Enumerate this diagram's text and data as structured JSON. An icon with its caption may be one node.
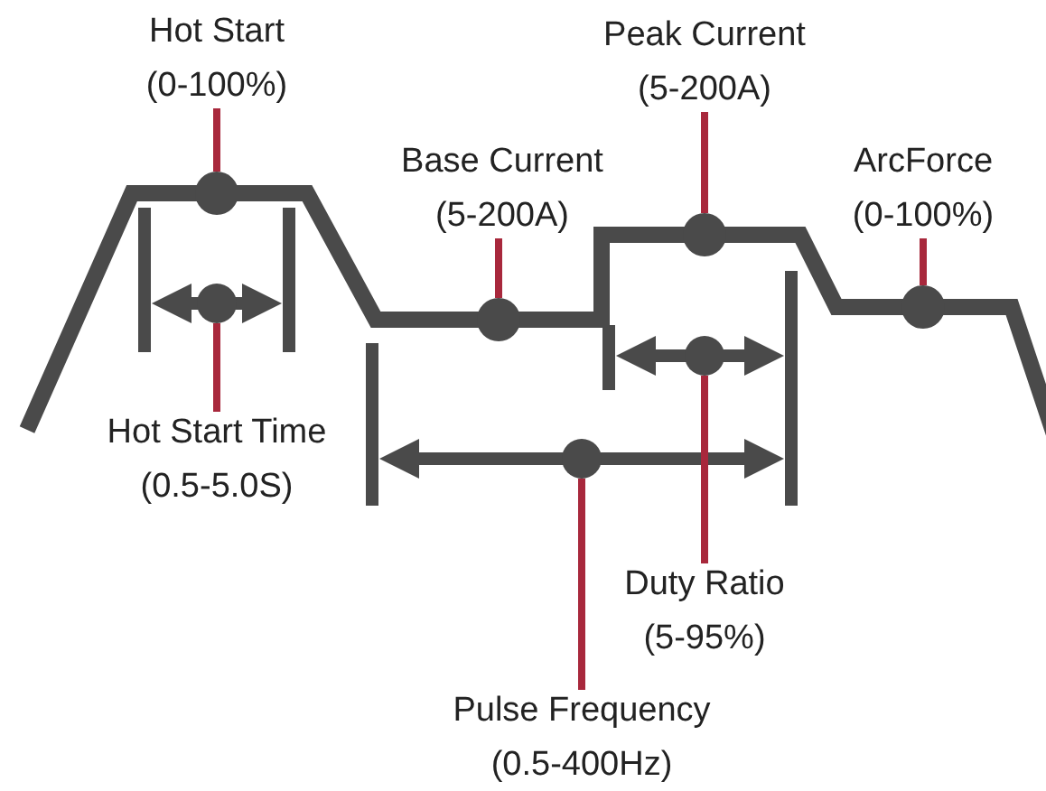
{
  "diagram": {
    "nodes": [
      {
        "text": [
          "Hot Start",
          "(0-100%)"
        ]
      },
      {
        "text": [
          "Peak Current",
          "(5-200A)"
        ]
      },
      {
        "text": [
          "Base Current",
          "(5-200A)"
        ]
      },
      {
        "text": [
          "ArcForce",
          "(0-100%)"
        ]
      },
      {
        "text": [
          "Hot Start Time",
          "(0.5-5.0S)"
        ]
      },
      {
        "text": [
          "Duty Ratio",
          "(5-95%)"
        ]
      },
      {
        "text": [
          "Pulse Frequency",
          "(0.5-400Hz)"
        ]
      },
      {
        "text": [],
        "shape": "circle"
      },
      {
        "text": [],
        "shape": "circle"
      },
      {
        "text": [],
        "shape": "circle"
      },
      {
        "text": [],
        "shape": "circle"
      },
      {
        "text": [],
        "shape": "circle"
      },
      {
        "text": [],
        "shape": "circle"
      },
      {
        "text": [],
        "shape": "circle"
      }
    ],
    "edges": [
      {
        "from": 0,
        "to": 7,
        "arrow": "none"
      },
      {
        "from": 1,
        "to": 8,
        "arrow": "none"
      },
      {
        "from": 2,
        "to": 9,
        "arrow": "none"
      },
      {
        "from": 3,
        "to": 10,
        "arrow": "none"
      },
      {
        "from": 4,
        "to": 11,
        "arrow": "none"
      },
      {
        "from": 5,
        "to": 12,
        "arrow": "none"
      },
      {
        "from": 6,
        "to": 13,
        "arrow": "none"
      }
    ]
  }
}
